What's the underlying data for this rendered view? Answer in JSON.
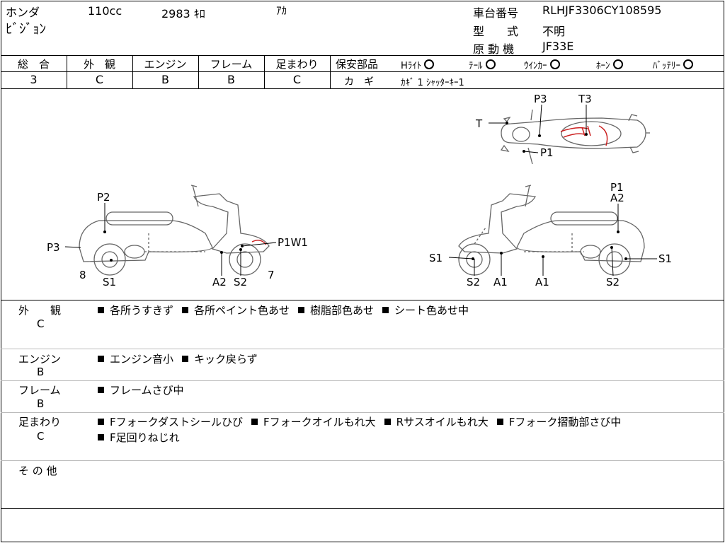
{
  "header": {
    "maker": "ホンダ",
    "displacement": "110cc",
    "mileage": "2983 ｷﾛ",
    "color": "ｱｶ",
    "model": "ﾋﾞｼﾞｮﾝ",
    "frame_no_label": "車台番号",
    "frame_no": "RLHJF3306CY108595",
    "type_label": "型　　式",
    "type_value": "不明",
    "engine_label": "原 動 機",
    "engine_value": "JF33E"
  },
  "grades": {
    "overall": {
      "label": "総　合",
      "value": "3"
    },
    "exterior": {
      "label": "外　観",
      "value": "C"
    },
    "engine": {
      "label": "エンジン",
      "value": "B"
    },
    "frame": {
      "label": "フレーム",
      "value": "B"
    },
    "suspension": {
      "label": "足まわり",
      "value": "C"
    }
  },
  "safety": {
    "label": "保安部品",
    "items": [
      "Hﾗｲﾄ",
      "ﾃｰﾙ",
      "ｳｲﾝｶｰ",
      "ﾎｰﾝ",
      "ﾊﾞｯﾃﾘｰ"
    ],
    "key_label": "カ　ギ",
    "key_value": "ｶｷﾞ 1  ｼｬｯﾀｰｷｰ1"
  },
  "diagram": {
    "top": {
      "P3": "P3",
      "T3": "T3",
      "T": "T",
      "P1": "P1"
    },
    "left": {
      "P2": "P2",
      "P3": "P3",
      "P1W1": "P1W1",
      "n8": "8",
      "S1": "S1",
      "A2": "A2",
      "S2": "S2",
      "n7": "7"
    },
    "right": {
      "P1": "P1",
      "A2": "A2",
      "S1a": "S1",
      "S1b": "S1",
      "S2a": "S2",
      "A1a": "A1",
      "A1b": "A1",
      "S2b": "S2"
    }
  },
  "notes": {
    "exterior": {
      "label": "外　　観",
      "grade": "C",
      "items": [
        "各所うすきず",
        "各所ペイント色あせ",
        "樹脂部色あせ",
        "シート色あせ中"
      ]
    },
    "engine": {
      "label": "エンジン",
      "grade": "B",
      "items": [
        "エンジン音小",
        "キック戻らず"
      ]
    },
    "frame": {
      "label": "フレーム",
      "grade": "B",
      "items": [
        "フレームさび中"
      ]
    },
    "suspension": {
      "label": "足まわり",
      "grade": "C",
      "items_line1": [
        "Fフォークダストシールひび",
        "Fフォークオイルもれ大",
        "Rサスオイルもれ大",
        "Fフォーク摺動部さび中"
      ],
      "items_line2": [
        "F足回りねじれ"
      ]
    },
    "other": {
      "label": "そ の 他"
    }
  },
  "colors": {
    "ink": "#000000",
    "damage": "#cc2222",
    "sketch": "#666666",
    "separator": "#bbbbbb"
  }
}
